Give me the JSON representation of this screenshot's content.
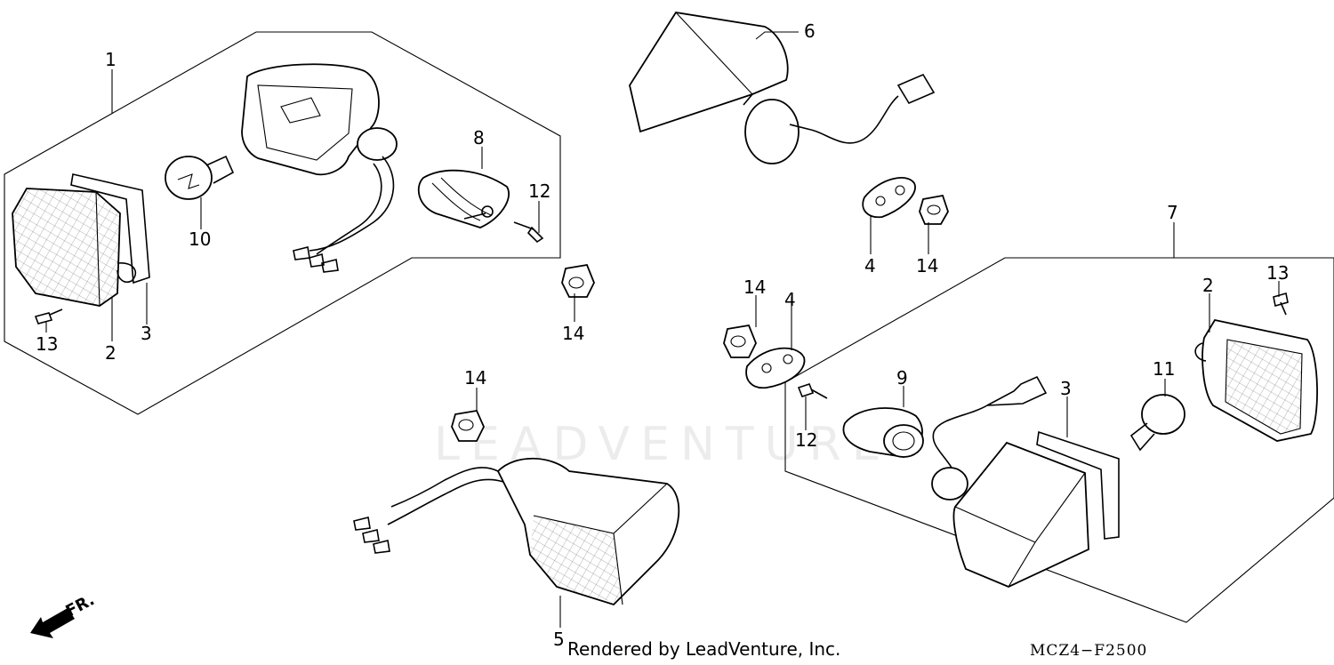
{
  "callouts": {
    "c1": "1",
    "c2a": "2",
    "c2b": "2",
    "c3a": "3",
    "c3b": "3",
    "c4a": "4",
    "c4b": "4",
    "c5": "5",
    "c6": "6",
    "c7": "7",
    "c8": "8",
    "c9": "9",
    "c10": "10",
    "c11": "11",
    "c12a": "12",
    "c12b": "12",
    "c13a": "13",
    "c13b": "13",
    "c14a": "14",
    "c14b": "14",
    "c14c": "14",
    "c14d": "14"
  },
  "direction_label": "FR.",
  "footer": {
    "credit": "Rendered by LeadVenture, Inc.",
    "diagram_code": "MCZ4−F2500"
  },
  "watermark": "LEADVENTURE"
}
